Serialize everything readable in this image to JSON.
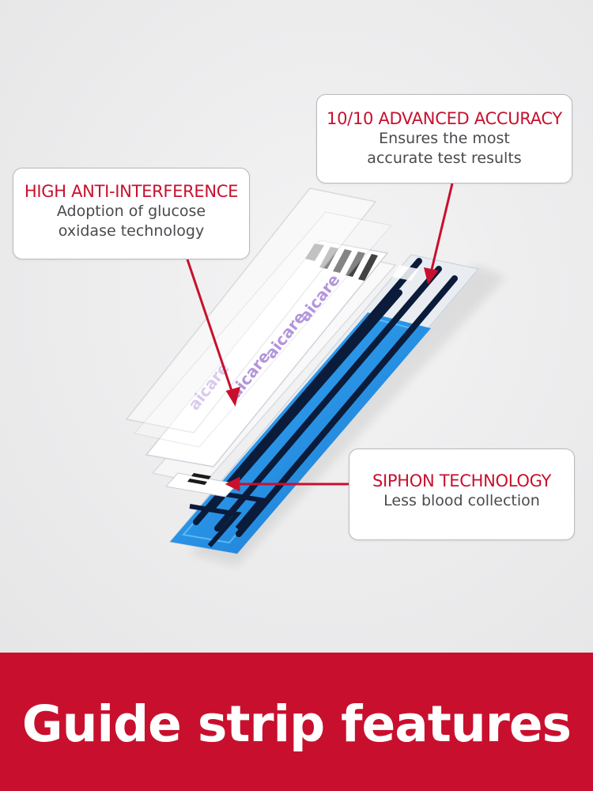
{
  "colors": {
    "accent": "#c8102e",
    "banner": "#c8102e",
    "strip_blue": "#1f8fe0",
    "brand_purple": "#8b5cc8"
  },
  "illustration": {
    "brand_text": "aicare",
    "brand_icon": "aicare-logo-icon"
  },
  "callouts": {
    "interference": {
      "title": "HIGH ANTI-INTERFERENCE",
      "line1": "Adoption of glucose",
      "line2": "oxidase technology"
    },
    "accuracy": {
      "title": "10/10 ADVANCED ACCURACY",
      "line1": "Ensures the most",
      "line2": "accurate test results"
    },
    "siphon": {
      "title": "SIPHON TECHNOLOGY",
      "line1": "Less blood collection"
    }
  },
  "banner": {
    "heading": "Guide strip features"
  }
}
